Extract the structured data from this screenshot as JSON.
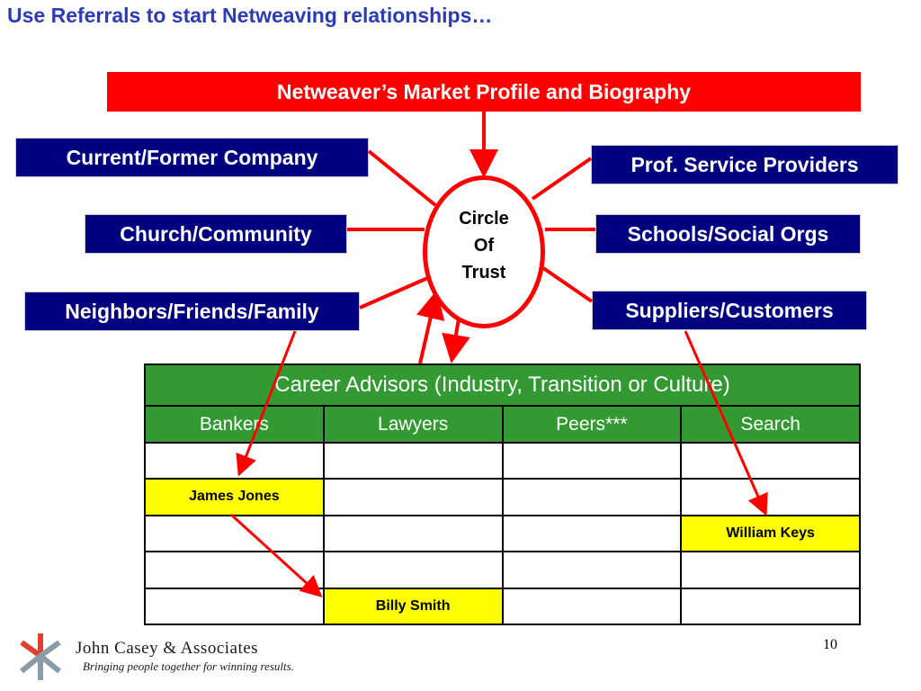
{
  "title": "Use Referrals to start Netweaving relationships…",
  "banner": "Netweaver’s Market Profile and Biography",
  "circle": {
    "line1": "Circle",
    "line2": "Of",
    "line3": "Trust"
  },
  "left_boxes": [
    "Current/Former Company",
    "Church/Community",
    "Neighbors/Friends/Family"
  ],
  "right_boxes": [
    "Prof. Service Providers",
    "Schools/Social Orgs",
    "Suppliers/Customers"
  ],
  "table": {
    "header": "Career Advisors (Industry, Transition or Culture)",
    "columns": [
      "Bankers",
      "Lawyers",
      "Peers***",
      "Search"
    ],
    "rows": [
      [
        "",
        "",
        "",
        ""
      ],
      [
        "James Jones",
        "",
        "",
        ""
      ],
      [
        "",
        "",
        "",
        "William Keys"
      ],
      [
        "",
        "",
        "",
        ""
      ],
      [
        "",
        "Billy Smith",
        "",
        ""
      ]
    ],
    "highlight_color": "#FFFF00"
  },
  "colors": {
    "title": "#2B3CB4",
    "banner": "#FF0000",
    "box": "#000080",
    "header": "#339933",
    "arrow": "#FF0000"
  },
  "footer": {
    "company": "John Casey & Associates",
    "tagline": "Bringing people together for winning results.",
    "page_number": "10"
  }
}
